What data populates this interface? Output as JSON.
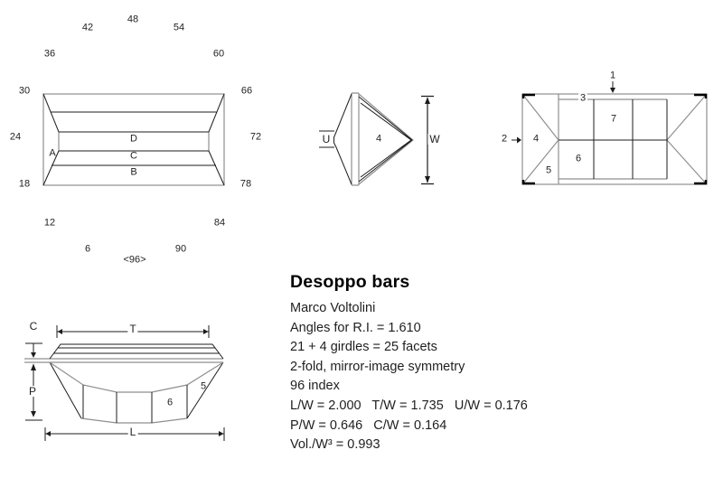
{
  "crown_view": {
    "indices": [
      "48",
      "42",
      "54",
      "36",
      "60",
      "30",
      "66",
      "24",
      "72",
      "18",
      "78",
      "12",
      "84",
      "6",
      "90",
      "<96>"
    ],
    "facet_labels": {
      "a": "A",
      "b": "B",
      "c": "C",
      "d": "D"
    }
  },
  "end_view": {
    "facet_4": "4",
    "dim_u": "U",
    "dim_w": "W"
  },
  "plan_view": {
    "facet_1": "1",
    "facet_2": "2",
    "facet_3": "3",
    "facet_4": "4",
    "facet_5": "5",
    "facet_6": "6",
    "facet_7": "7"
  },
  "side_view": {
    "dim_c": "C",
    "dim_t": "T",
    "dim_p": "P",
    "dim_l": "L",
    "facet_5": "5",
    "facet_6": "6"
  },
  "spec_block": {
    "title": "Desoppo bars",
    "lines": [
      "Marco Voltolini",
      "Angles for R.I. = 1.610",
      "21 + 4 girdles = 25 facets",
      "2-fold, mirror-image symmetry",
      "96 index",
      "L/W = 2.000   T/W = 1.735   U/W = 0.176",
      "P/W = 0.646   C/W = 0.164",
      "Vol./W³ = 0.993"
    ]
  },
  "colors": {
    "line_dark": "#1c1c1c",
    "line_gray": "#8f8f8f",
    "text": "#1f1f1f"
  }
}
